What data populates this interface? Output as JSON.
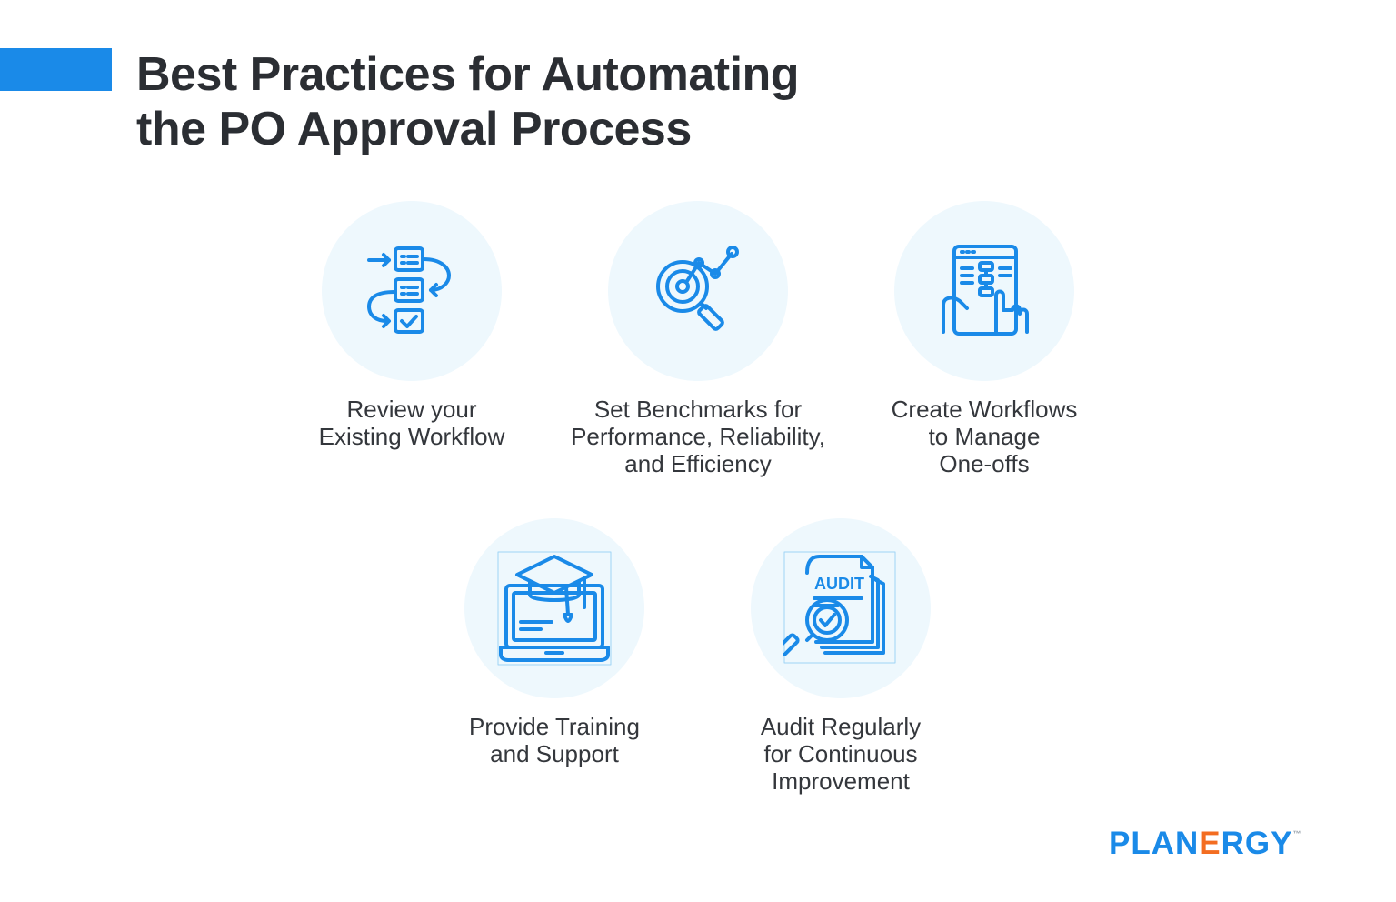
{
  "title": {
    "line1": "Best Practices for Automating",
    "line2": "the PO Approval Process"
  },
  "colors": {
    "accent": "#1a8ae8",
    "circle": "#eef8fd",
    "text": "#2b2e33",
    "logo_accent": "#f36d21"
  },
  "cards": [
    {
      "icon": "workflow-steps-icon",
      "lines": [
        "Review your",
        "Existing Workflow"
      ]
    },
    {
      "icon": "target-magnifier-icon",
      "lines": [
        "Set Benchmarks for",
        "Performance, Reliability,",
        "and Efficiency"
      ]
    },
    {
      "icon": "tablet-flowchart-icon",
      "lines": [
        "Create Workflows",
        "to Manage",
        "One-offs"
      ]
    },
    {
      "icon": "laptop-graduation-cap-icon",
      "lines": [
        "Provide Training",
        "and Support"
      ]
    },
    {
      "icon": "audit-document-icon",
      "lines": [
        "Audit Regularly",
        "for Continuous",
        "Improvement"
      ],
      "icon_text": "AUDIT"
    }
  ],
  "logo": {
    "pre": "PLAN",
    "accent": "E",
    "post": "RGY",
    "tm": "™"
  }
}
